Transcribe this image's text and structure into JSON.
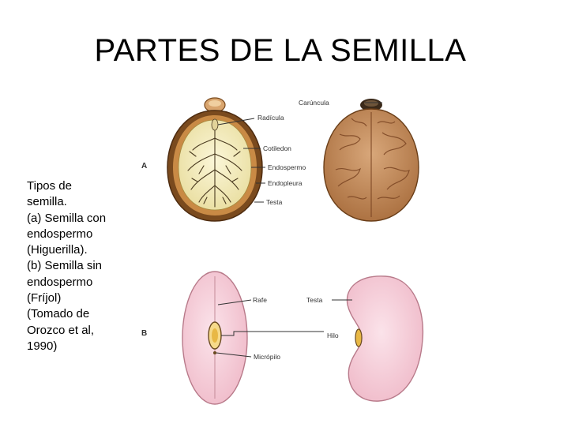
{
  "slide": {
    "title": "PARTES DE LA SEMILLA"
  },
  "caption": {
    "lines": [
      "Tipos de",
      "semilla.",
      "(a) Semilla con",
      "endospermo",
      "(Higuerilla).",
      "(b) Semilla sin",
      "endospermo",
      "(Fríjol)",
      "(Tomado de",
      "Orozco et al,",
      "1990)"
    ]
  },
  "figure": {
    "panel_a": {
      "letter": "A",
      "labels": {
        "caruncula": "Carúncula",
        "radicula": "Radícula",
        "cotiledon": "Cotiledon",
        "endospermo": "Endospermo",
        "endopleura": "Endopleura",
        "testa": "Testa"
      }
    },
    "panel_b": {
      "letter": "B",
      "labels": {
        "rafe": "Rafe",
        "testa": "Testa",
        "hilo": "Hilo",
        "micropilo": "Micrópilo"
      }
    },
    "colors": {
      "testa_brown": "#7a4a1e",
      "endosperm_cream": "#f3ecc0",
      "vein_dark": "#4a3a20",
      "bean_pink": "#f3c9d4",
      "hilum_yellow": "#e8b845"
    }
  }
}
